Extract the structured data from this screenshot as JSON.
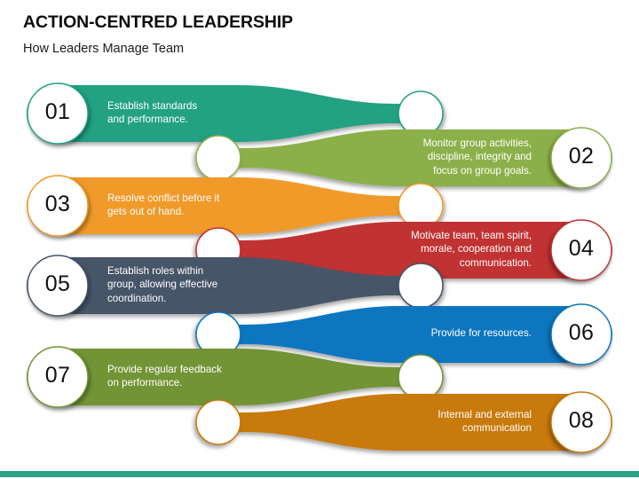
{
  "header": {
    "title": "ACTION-CENTRED LEADERSHIP",
    "subtitle": "How Leaders Manage Team"
  },
  "theme": {
    "background": "#ffffff",
    "title_color": "#0d0d0d",
    "bottom_bar_color": "#2ba287",
    "number_text_color": "#111111",
    "body_text_color": "#ffffff"
  },
  "items": [
    {
      "number": "01",
      "text": "Establish standards\nand performance.",
      "color": "#21a183",
      "side": "left"
    },
    {
      "number": "02",
      "text": "Monitor group activities,\ndiscipline, integrity and\nfocus on group goals.",
      "color": "#8cb04a",
      "side": "right"
    },
    {
      "number": "03",
      "text": "Resolve conflict before it\ngets out of hand.",
      "color": "#f09a2b",
      "side": "left"
    },
    {
      "number": "04",
      "text": "Motivate team, team spirit,\nmorale, cooperation and\ncommunication.",
      "color": "#c13232",
      "side": "right"
    },
    {
      "number": "05",
      "text": "Establish roles within\ngroup, allowing effective\ncoordination.",
      "color": "#465568",
      "side": "left"
    },
    {
      "number": "06",
      "text": "Provide for resources.",
      "color": "#0f76c0",
      "side": "right"
    },
    {
      "number": "07",
      "text": "Provide regular feedback\non performance.",
      "color": "#729434",
      "side": "left"
    },
    {
      "number": "08",
      "text": "Internal and external\ncommunication",
      "color": "#c87a0a",
      "side": "right"
    }
  ]
}
